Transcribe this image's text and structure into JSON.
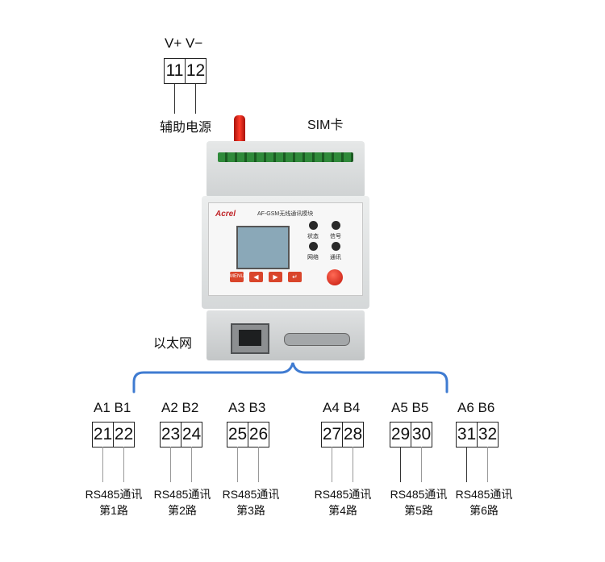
{
  "power": {
    "title": "V+ V−",
    "terminals": [
      "11",
      "12"
    ],
    "caption": "辅助电源"
  },
  "sim_label": "SIM卡",
  "ethernet_label": "以太网",
  "device": {
    "brand": "Acrel",
    "model": "AF-GSM无线通讯模块",
    "indicators": [
      "状态",
      "信号",
      "网络",
      "通讯"
    ],
    "menu_button": "MENU"
  },
  "rs485_ports": [
    {
      "pair": "A1 B1",
      "terminals": [
        "21",
        "22"
      ],
      "line1": "RS485通讯",
      "line2": "第1路"
    },
    {
      "pair": "A2 B2",
      "terminals": [
        "23",
        "24"
      ],
      "line1": "RS485通讯",
      "line2": "第2路"
    },
    {
      "pair": "A3 B3",
      "terminals": [
        "25",
        "26"
      ],
      "line1": "RS485通讯",
      "line2": "第3路"
    },
    {
      "pair": "A4 B4",
      "terminals": [
        "27",
        "28"
      ],
      "line1": "RS485通讯",
      "line2": "第4路"
    },
    {
      "pair": "A5 B5",
      "terminals": [
        "29",
        "30"
      ],
      "line1": "RS485通讯",
      "line2": "第5路"
    },
    {
      "pair": "A6 B6",
      "terminals": [
        "31",
        "32"
      ],
      "line1": "RS485通讯",
      "line2": "第6路"
    }
  ],
  "colors": {
    "brace": "#3f7bd1",
    "accent": "#d9452b"
  }
}
